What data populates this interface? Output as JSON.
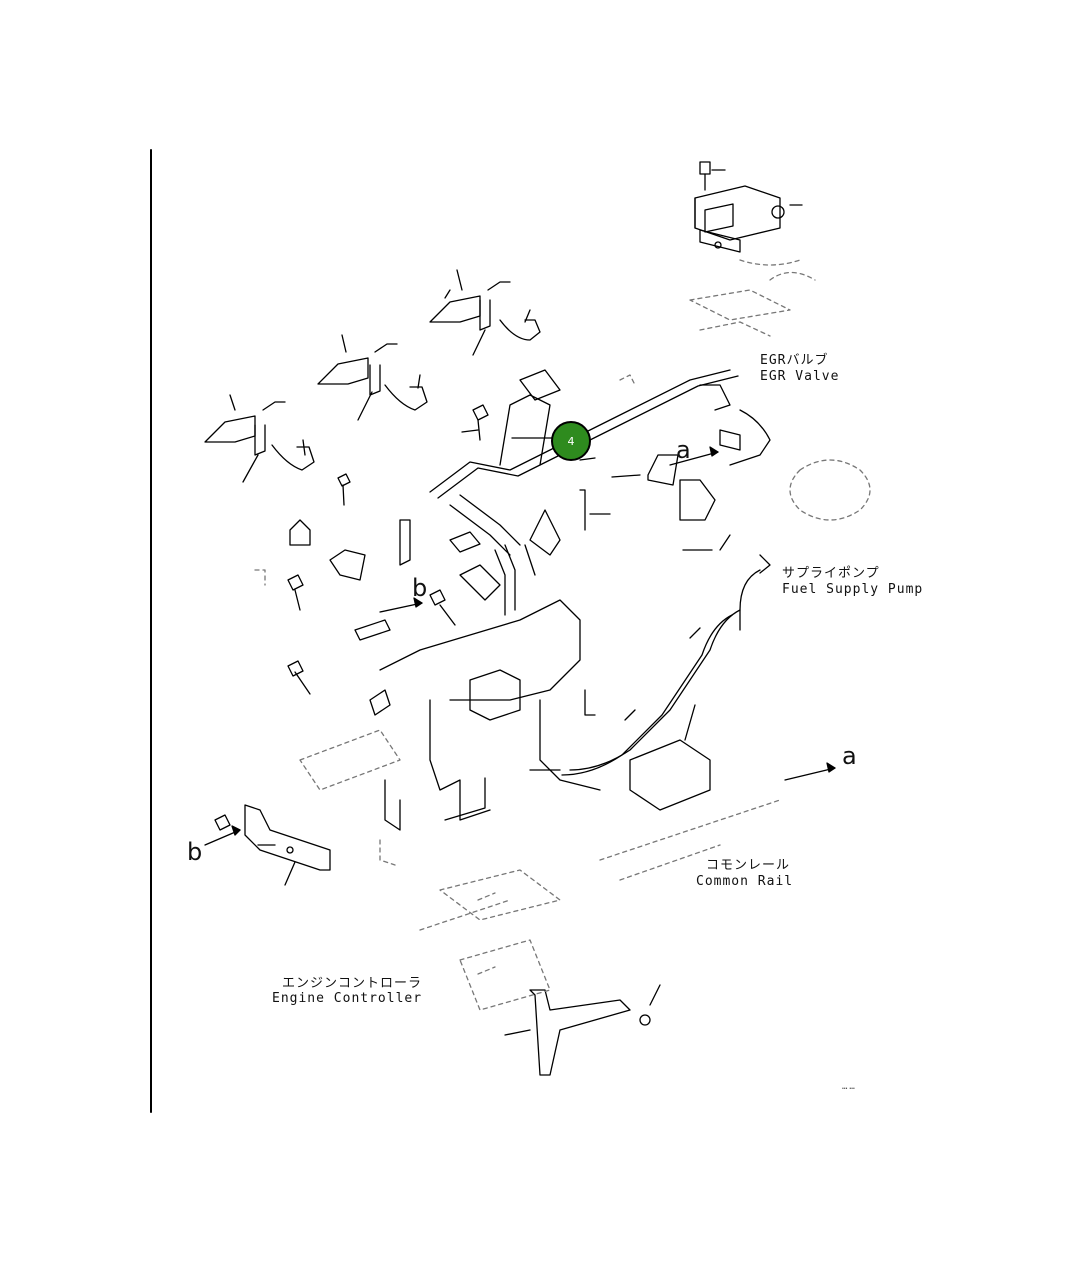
{
  "labels": {
    "egr_jp": "EGRバルブ",
    "egr_en": "EGR Valve",
    "pump_jp": "サプライポンプ",
    "pump_en": "Fuel Supply Pump",
    "rail_jp": "コモンレール",
    "rail_en": "Common Rail",
    "ecu_jp": "エンジンコントローラ",
    "ecu_en": "Engine Controller"
  },
  "arrows": {
    "a1": "a",
    "a2": "a",
    "b1": "b",
    "b2": "b"
  },
  "callouts": [
    {
      "number": "4",
      "color": "#2e8b1e"
    }
  ],
  "figure_code": "……"
}
